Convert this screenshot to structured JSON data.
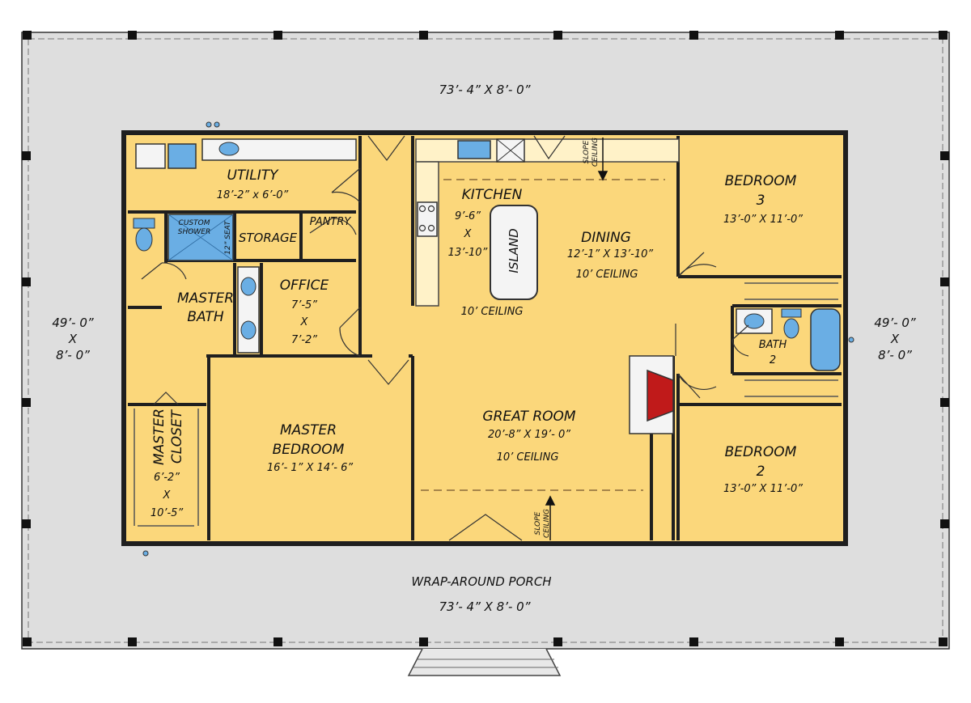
{
  "colors": {
    "porch": "#dedede",
    "room": "#fbd77b",
    "wall": "#1f1f1f",
    "fixture_blue": "#6aaee4",
    "fireplace": "#c01a1a",
    "fixture_white": "#f4f4f4"
  },
  "porch": {
    "top_dim": "73’- 4” X 8’- 0”",
    "label": "WRAP-AROUND PORCH",
    "bottom_dim": "73’- 4” X 8’- 0”",
    "left_dim": [
      "49’- 0”",
      "X",
      "8’- 0”"
    ],
    "right_dim": [
      "49’- 0”",
      "X",
      "8’- 0”"
    ]
  },
  "rooms": {
    "utility": {
      "name": "UTILITY",
      "dims": "18’-2” x 6’-0”"
    },
    "custom_shower": [
      "CUSTOM",
      "SHOWER"
    ],
    "seat": "12” SEAT",
    "storage": "STORAGE",
    "pantry": "PANTRY",
    "kitchen": {
      "name": "KITCHEN",
      "dims": [
        "9’-6”",
        "X",
        "13’-10”"
      ],
      "ceiling": "10’ CEILING"
    },
    "island": "ISLAND",
    "dining": {
      "name": "DINING",
      "dims": "12’-1” X 13’-10”",
      "ceiling": "10’ CEILING"
    },
    "slope_ceiling": [
      "SLOPE",
      "CEILING"
    ],
    "bedroom3": {
      "name": [
        "BEDROOM",
        "3"
      ],
      "dims": "13’-0” X 11’-0”"
    },
    "bedroom2": {
      "name": [
        "BEDROOM",
        "2"
      ],
      "dims": "13’-0” X 11’-0”"
    },
    "bath2": [
      "BATH",
      "2"
    ],
    "master_bath": [
      "MASTER",
      "BATH"
    ],
    "office": {
      "name": "OFFICE",
      "dims": [
        "7’-5”",
        "X",
        "7’-2”"
      ]
    },
    "master_closet": {
      "name": [
        "MASTER",
        "CLOSET"
      ],
      "dims": [
        "6’-2”",
        "X",
        "10’-5”"
      ]
    },
    "master_bedroom": {
      "name": [
        "MASTER",
        "BEDROOM"
      ],
      "dims": "16’- 1” X 14’- 6”"
    },
    "great_room": {
      "name": "GREAT ROOM",
      "dims": "20’-8” X 19’- 0”",
      "ceiling": "10’ CEILING"
    }
  }
}
